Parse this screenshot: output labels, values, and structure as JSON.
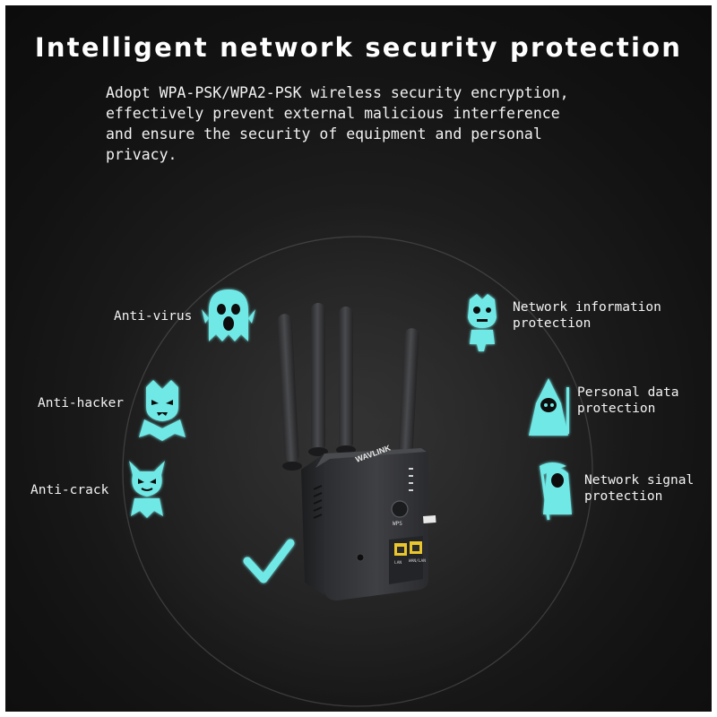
{
  "title": "Intelligent network security protection",
  "intro_lines": [
    "Adopt WPA-PSK/WPA2-PSK wireless security encryption,",
    "effectively prevent external malicious interference",
    "and ensure the security of equipment and personal",
    "privacy."
  ],
  "features_left": [
    {
      "label": "Anti-virus",
      "icon": "ghost-icon"
    },
    {
      "label": "Anti-hacker",
      "icon": "vampire-icon"
    },
    {
      "label": "Anti-crack",
      "icon": "devil-icon"
    }
  ],
  "features_right": [
    {
      "lines": [
        "Network information",
        "protection"
      ],
      "icon": "zombie-icon"
    },
    {
      "lines": [
        "Personal data",
        "protection"
      ],
      "icon": "wizard-icon"
    },
    {
      "lines": [
        "Network signal",
        "protection"
      ],
      "icon": "grim-reaper-icon"
    }
  ],
  "device": {
    "brand": "WAVLINK",
    "wps_label": "WPS",
    "lan_label": "LAN",
    "wan_lan_label": "WAN/LAN"
  },
  "colors": {
    "accent": "#6fe9e6",
    "background": "#141414",
    "text": "#ffffff"
  }
}
